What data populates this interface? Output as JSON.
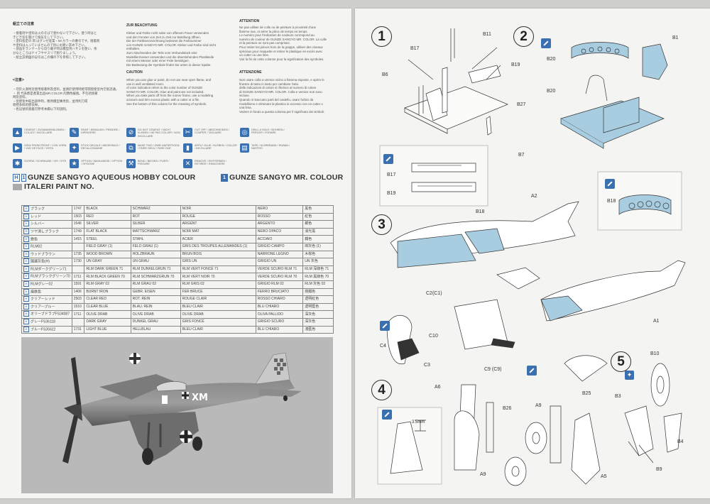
{
  "paint_headers": {
    "aqueous": "GUNZE SANGYO AQUEOUS HOBBY COLOUR",
    "mr_color": "GUNZE SANGYO MR. COLOUR",
    "italeri": "ITALERI PAINT NO."
  },
  "instruction_cols": {
    "jp_head": "組立ての注意",
    "de_head": "ZUR BEACHTUNG",
    "fr_head": "ATTENTION",
    "en_head": "CAUTION",
    "it_head": "ATTENZIONE",
    "de_lines": [
      "Kleber und Farbe nicht nahe von offenem Feuer verwenden",
      "und den Fenster von Zeit zu Zeit zur Belüftung öffnen.",
      "Die  der Farbkennzeichnung bedeutet die Farbnummer",
      "von GUNZE SANGYO MR. COLOR. Kleber und Farbe sind nicht",
      "enthalten.",
      "Zum Abschneiden der Teile vom Verbundstück eine",
      "Modelliermesser verwenden und die überstehenden Plastikteile",
      "mit einem Messer oder einer Feile beseitigen.",
      "Die Bedeutung der Symbole findet Sie unten in dieser Spalte."
    ],
    "en_lines": [
      "When you use glue or paint, do not use near open flame, and",
      "use in well ventilated room.",
      "of color indication refers to the color number of GUNZE",
      "SANGYO MR. COLOR. Glue and paint are not included.",
      "When you take parts off from the runner frame, use a modeling",
      "scissors and trim excess plastic with a cutter or a file.",
      "See the bottom of this column for the meaning of symbols."
    ],
    "fr_lines": [
      "Ne pas utiliser de colle ou de peinture à proximité d'une",
      "flamme nue, et aérer la pièce de temps en temps.",
      "Le numéro  pour l'indication de couleurs correspond au",
      "numéro de couleur de GUNZE SANGYO MR. COLOR. La colle",
      "et la peinture ne sont pas comprises.",
      "Pour retirer les pièces hors de la grappe, utiliser des ciseaux",
      "spéciaux pour maquette et retirer le plastique en excès avec",
      "un cutter ou une lime.",
      "Voir la fin de cette colonne pour la signification des symboles."
    ],
    "it_lines": [
      "Non usare colla a vernice vicino a fiamma esposte, e aprire le",
      "finestre di tanto in tanto per cambiare l'aria.",
      "delle indicazioni di colore si riferisce al numero di colore",
      "di GUNZE SANGYO MR. COLOR. Colla e vernice non sono",
      "incluse.",
      "Quando si staccano parti del castello, usare forbici da",
      "modellismo e eliminare la plastica in eccesso con un cutter o",
      "una lima.",
      "Vedere in fondo a questa colonna per il significato dei simboli."
    ],
    "jp_lines": [
      "・接着剤や塗料は火のそばで使わないで下さい。使う時はと",
      "きどき窓を開けて換気をして下さい。",
      "・塗料指定の 目 はグンゼ産業・Mr.カラーの番号です。接着剤",
      "や塗料は入っていませんので別にお買い求め下さい。",
      "・部品をランナーから切り離す時は模型用ハサミを使い、余",
      "分なところはナイフやヤスリで削りましょう。",
      "・組立説明図の記号はこの欄の下を参照して下さい。"
    ],
    "zh_head": "<注意>",
    "zh_lines": [
      "・勿於火源附近使用接著劑及塗料，並請於使用時經常開窗使室內空氣流通。",
      "・ 目 代表郡是產業出品MR.COLOR 的顏色編號。不包括接著",
      "劑及塗料。",
      "・從膠架中取出部件時，應用模型專用剪，並用利刀或",
      "銼把多餘的膠去掉。",
      "・各記號的意義可參考本欄以下的說明。"
    ]
  },
  "symbol_legend": [
    {
      "icon": "cement-tube-icon",
      "text": "CEMENT / ZUSAMMENKLEBEN / COLLEZ / INCOLLARE"
    },
    {
      "icon": "paint-brush-icon",
      "text": "PAINT / BEMALEN / PEINDRE / DIPINGERE"
    },
    {
      "icon": "do-not-cement-icon",
      "text": "DO NOT CEMENT / NICHT KLEBEN / NE PAS COLLER / NON INCOLLARE"
    },
    {
      "icon": "cut-off-icon",
      "text": "CUT OFF / ABSCHNEIDEN / COUPER / TAGLIARE"
    },
    {
      "icon": "drill-icon",
      "text": "DRILL A HOLE / BOHREN / PERCER / FORARE"
    },
    {
      "icon": "view-arrow-icon",
      "text": "VIEW FROM FRONT / VON VORN / VUE DE FACE / VISTA"
    },
    {
      "icon": "decal-icon",
      "text": "STICK DECALS / ABZIEHBILD / DECALCOMANIE"
    },
    {
      "icon": "make-two-icon",
      "text": "MAKE TWO / ZWEI ANFERTIGEN / FAIRE DEUX / FARE DUE"
    },
    {
      "icon": "glue-bottle-icon",
      "text": "APPLY GLUE / KLEBEN / COLLER / INCOLLARE"
    },
    {
      "icon": "stripe-icon",
      "text": "TAPE / KLEBEBAND / RUBAN / NASTRO"
    },
    {
      "icon": "bolt-icon",
      "text": "SCREW / SCHRAUBE / VIS / VITE"
    },
    {
      "icon": "star-icon",
      "text": "OPTION / WAHLWEISE / OPTION / OPZIONE"
    },
    {
      "icon": "hammer-icon",
      "text": "BEND / BIEGEN / PLIER / PIEGARE"
    },
    {
      "icon": "x-icon",
      "text": "REMOVE / ENTFERNEN / RETIRER / RIMUOVERE"
    }
  ],
  "paint_table": [
    {
      "jp": "ブラック",
      "ita": "1747",
      "en": "BLACK",
      "de": "SCHWARZ",
      "fr": "NOIR",
      "it": "NERO",
      "zh": "黑色"
    },
    {
      "jp": "レッド",
      "ita": "1503",
      "en": "RED",
      "de": "ROT",
      "fr": "ROUGE",
      "it": "ROSSO",
      "zh": "紅色"
    },
    {
      "jp": "シルバー",
      "ita": "1546",
      "en": "SILVER",
      "de": "SILBER",
      "fr": "ARGENT",
      "it": "ARGENTO",
      "zh": "銀色"
    },
    {
      "jp": "ツヤ消しブラック",
      "ita": "1749",
      "en": "FLAT BLACK",
      "de": "MATTSCHWARZ",
      "fr": "NOIR MAT",
      "it": "NERO OPACO",
      "zh": "消光黑"
    },
    {
      "jp": "鉄色",
      "ita": "1415",
      "en": "STEEL",
      "de": "STAHL",
      "fr": "ACIER",
      "it": "ACCIAIO",
      "zh": "鐵色"
    },
    {
      "jp": "RLM02",
      "ita": "",
      "en": "FIELD GRAY (1)",
      "de": "FELD GRAU (1)",
      "fr": "GRIS DES TROUPES ALLEMANDES (1)",
      "it": "GRIGIO CAMPO",
      "zh": "田灰色 (1)"
    },
    {
      "jp": "ウッドブラウン",
      "ita": "1735",
      "en": "WOOD BROWN",
      "de": "HOLZBRAUN",
      "fr": "BRUN BOIS",
      "it": "NARRONE LEGNO",
      "zh": "木棕色"
    },
    {
      "jp": "国連灰色(H)",
      "ita": "1730",
      "en": "UN GRAY",
      "de": "UN GRAU",
      "fr": "GRIS UN",
      "it": "GRIGIO UN",
      "zh": "UN 灰色"
    },
    {
      "jp": "RLMダークグリーン71",
      "ita": "",
      "en": "RLM DARK GREEN 71",
      "de": "RLM DUNKELGRUN 71",
      "fr": "RLM VERT FONCÉ 71",
      "it": "VERDE SCURO RLM 71",
      "zh": "RLM 深綠色 71"
    },
    {
      "jp": "RLMブラックグリーン70",
      "ita": "1711",
      "en": "RLM BLACK GREEN 70",
      "de": "RLM SCHWARZGRUN 70",
      "fr": "RLM VERT NOIR 70",
      "it": "VERDE SCURO RLM 70",
      "zh": "RLM 黑綠色 70"
    },
    {
      "jp": "RLMグレー02",
      "ita": "1591",
      "en": "RLM GRAY 02",
      "de": "RLM GRAU 02",
      "fr": "RLM GRIS 02",
      "it": "GRIGIO RLM 02",
      "zh": "RLM 灰色 02"
    },
    {
      "jp": "焼鉄色",
      "ita": "1406",
      "en": "BURNT IRON",
      "de": "GEBR. EISEN",
      "fr": "FER BRUCE",
      "it": "FERRO BRUCIATO",
      "zh": "燒鐵色"
    },
    {
      "jp": "クリアーレッド",
      "ita": "2503",
      "en": "CLEAR RED",
      "de": "ROT. REIN",
      "fr": "ROUGE CLAIR",
      "it": "ROSSO CHIARO",
      "zh": "透明紅色"
    },
    {
      "jp": "クリアーブルー",
      "ita": "1510",
      "en": "CLEAR BLUE",
      "de": "BLAU. REIN",
      "fr": "BLEU CLAIR",
      "it": "BLU CHIARO",
      "zh": "透明藍色"
    },
    {
      "jp": "オリーブドラブFS34087",
      "ita": "1711",
      "en": "OLIVE DRAB",
      "de": "OLIVE DRAB",
      "fr": "OLIVE DRAB",
      "it": "OLIVA PALLIDO",
      "zh": "深灰色"
    },
    {
      "jp": "グレーFS36118",
      "ita": "",
      "en": "DARK GRAY",
      "de": "DUNKEL GRAU",
      "fr": "GRIS FONCÉ",
      "it": "GRIGIO SCURO",
      "zh": "深灰色"
    },
    {
      "jp": "ブルーFS35622",
      "ita": "1731",
      "en": "LIGHT BLUE",
      "de": "HELLBLAU",
      "fr": "BLEU CLAIR",
      "it": "BLU CHIARO",
      "zh": "淺藍色"
    }
  ],
  "photo": {
    "code": "XM"
  },
  "steps": {
    "s1": "1",
    "s2": "2",
    "s3": "3",
    "s4": "4",
    "s5": "5"
  },
  "part_labels": {
    "b11": "B11",
    "b17": "B17",
    "b6": "B6",
    "b19": "B19",
    "b27": "B27",
    "b7": "B7",
    "b17b": "B17",
    "b19b": "B19",
    "b1": "B1",
    "b20": "B20",
    "b20b": "B20",
    "b18": "B18",
    "b18b": "B18",
    "a2": "A2",
    "a1": "A1",
    "c2": "C2(C1)",
    "c10": "C10",
    "c4": "C4",
    "c3": "C3",
    "c9": "C9 (C9)",
    "a6": "A6",
    "b26": "B26",
    "b25": "B25",
    "a9a": "A9",
    "a9b": "A9",
    "a5": "A5",
    "b10": "B10",
    "b3": "B3",
    "b4": "B4",
    "b9": "B9",
    "dim": "3.5mm"
  },
  "colors": {
    "blue": "#3a6fb0",
    "lightblue": "#a9cde0",
    "ink": "#333333"
  }
}
